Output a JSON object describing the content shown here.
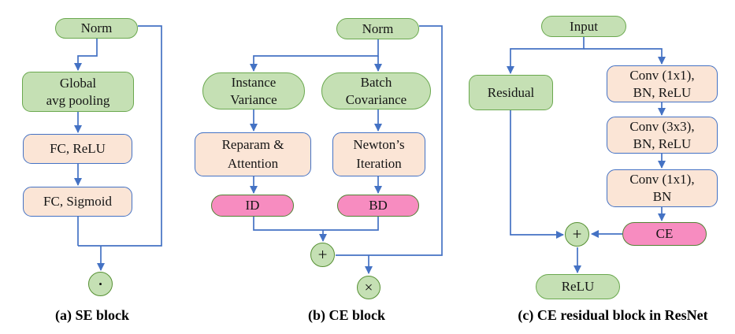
{
  "colors": {
    "line_blue": "#4472C4",
    "green_fill": "#C5E0B4",
    "green_border": "#6AA84E",
    "peach_fill": "#FBE5D6",
    "peach_border": "#4472C4",
    "pink_fill": "#F78CC0",
    "pink_border": "#538135",
    "text": "#151515"
  },
  "diagram": {
    "panel_a": {
      "caption": "(a) SE block",
      "norm": "Norm",
      "global_pool_line1": "Global",
      "global_pool_line2": "avg pooling",
      "fc_relu": "FC, ReLU",
      "fc_sigmoid": "FC, Sigmoid",
      "scale_op": "•"
    },
    "panel_b": {
      "caption": "(b) CE block",
      "norm": "Norm",
      "instance_variance_line1": "Instance",
      "instance_variance_line2": "Variance",
      "batch_covariance_line1": "Batch",
      "batch_covariance_line2": "Covariance",
      "reparam_line1": "Reparam &",
      "reparam_line2": "Attention",
      "newton_line1": "Newton’s",
      "newton_line2": "Iteration",
      "id_label": "ID",
      "bd_label": "BD",
      "add_op": "+",
      "mul_op": "×"
    },
    "panel_c": {
      "caption": "(c) CE residual block in ResNet",
      "input": "Input",
      "residual": "Residual",
      "conv1_line1": "Conv (1x1),",
      "conv1_line2": "BN, ReLU",
      "conv2_line1": "Conv (3x3),",
      "conv2_line2": "BN, ReLU",
      "conv3_line1": "Conv (1x1),",
      "conv3_line2": "BN",
      "ce_label": "CE",
      "add_op": "+",
      "relu": "ReLU"
    }
  }
}
